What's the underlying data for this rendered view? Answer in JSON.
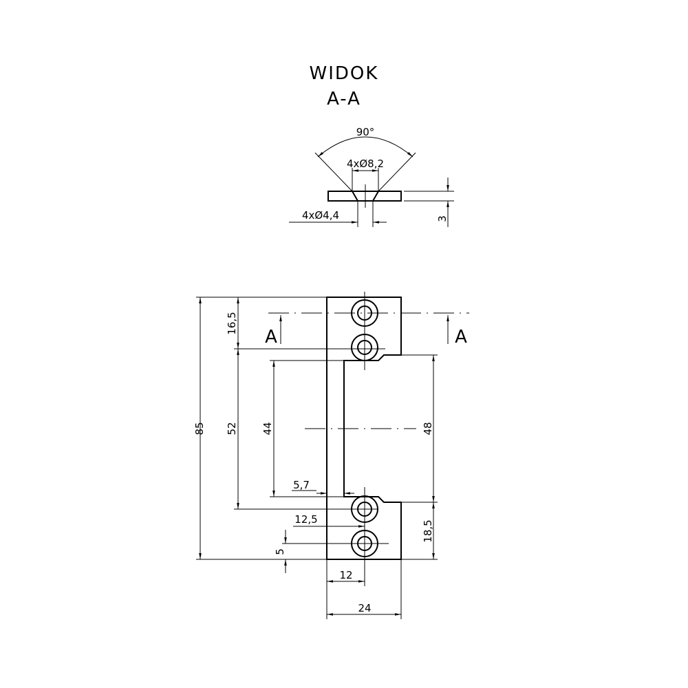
{
  "title": {
    "line1": "WIDOK",
    "line2": "A-A"
  },
  "section": {
    "angle": "90°",
    "countersink": "4xØ8,2",
    "hole": "4xØ4,4",
    "thickness": "3"
  },
  "dimensions": {
    "total_height": "85",
    "top_hole_spacing": "16,5",
    "hole_span": "52",
    "cutout_height": "44",
    "cutout_offset": "5,7",
    "hole_offset_x": "12,5",
    "hole_offset_y": "5",
    "right_cutout": "48",
    "bottom_right": "18,5",
    "hole_center_x": "12",
    "width": "24"
  },
  "section_marks": {
    "left": "A",
    "right": "A"
  }
}
